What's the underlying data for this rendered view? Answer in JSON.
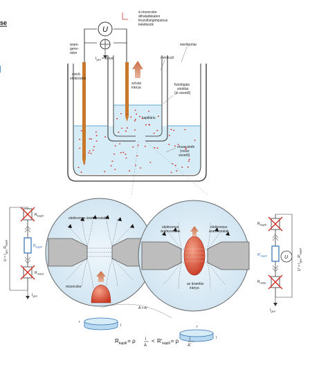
{
  "header": {
    "corner_text": "se"
  },
  "top_diagram": {
    "source_label_1": "á részecske",
    "source_label_2": "áthaladásakor",
    "source_label_3": "feszültségimpulzus",
    "source_label_4": "keletkezik",
    "current_gen_1": "áram-",
    "current_gen_2": "gene-",
    "current_gen_3": "rátor",
    "const_label": "I",
    "const_sub": "gen",
    "const_rest": "= konst.",
    "voltmeter_symbol": "U",
    "measuring_beaker": "mérőpohár",
    "measuring_tube": "mérőcső",
    "electrodes_1": "mérő-",
    "electrodes_2": "elektródok",
    "suction_1": "szívás",
    "suction_2": "iránya",
    "physio_1": "fiziológiás",
    "physio_2": "sóoldat",
    "physio_3": "(jó vezető)",
    "capillary": "kapilláris",
    "particles_1": "részecskék",
    "particles_2": "(rossz",
    "particles_3": "vezető)"
  },
  "bottom_left": {
    "field_lines_label": "elektromos áramvonalak",
    "particle_label": "részecske",
    "r_kapill": "R",
    "r_kapill_sub": "kapill",
    "r_rmaxd": "R",
    "r_rmaxd_sub": "maxd",
    "r_tube": "R",
    "r_tube_sub": "kapill",
    "u_formula": "U = I",
    "u_formula_sub": "gen",
    "u_formula_rest": "R",
    "u_formula_rest_sub": "kapill",
    "igen": "I",
    "igen_sub": "gen"
  },
  "bottom_right": {
    "field_lines_left_1": "elektromos",
    "field_lines_left_2": "áramvonalak",
    "field_lines_right_1": "elektromos",
    "field_lines_right_2": "áramvonalak",
    "current_dir_1": "az áramlás",
    "current_dir_2": "iránya",
    "r_upper": "R",
    "r_upper_sub": "kapill",
    "r_mid": "R'",
    "r_mid_sub": "kapill",
    "r_lower": "R",
    "r_lower_sub": "oldat",
    "u_formula": "U' = I",
    "u_formula_sub": "gen",
    "u_formula_rest": "R'",
    "u_formula_rest_sub": "kapill",
    "igen": "I",
    "igen_sub": "gen"
  },
  "formula": {
    "ineq": "A > A'",
    "r_left": "R",
    "r_left_sub": "kapill",
    "eq1": "= ρ",
    "frac1_num": "l",
    "frac1_den": "A",
    "lt": "<",
    "r_right": "R'",
    "r_right_sub": "kapill",
    "eq2": "= ρ",
    "frac2_num": "l",
    "frac2_den": "A'",
    "disc_label_r": "r",
    "disc_label_l": "l",
    "disc2_label_r": "r",
    "disc2_label_l": "l"
  },
  "colors": {
    "copper": "#c8782a",
    "fluid": "#d6ecf7",
    "particle": "#d0342c",
    "glass": "#555555",
    "circle_fill": "#d9ebf5",
    "electrode_gray": "#bdbdbd",
    "resistor_blue": "#2d6fb5"
  }
}
